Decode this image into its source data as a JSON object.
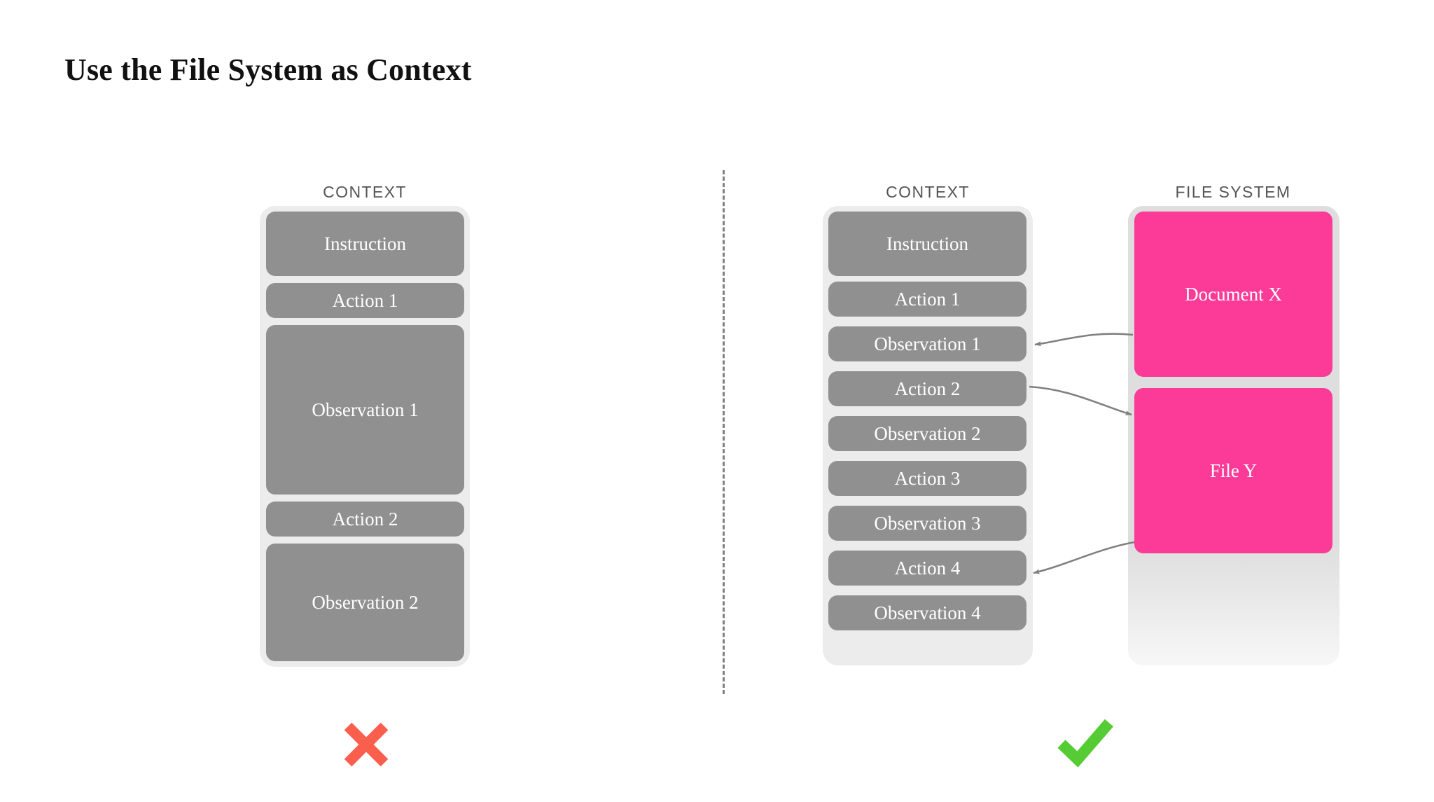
{
  "slide": {
    "title": "Use the File System as Context",
    "background_color": "#ffffff"
  },
  "colors": {
    "block_gray": "#909090",
    "block_pink": "#fb3b97",
    "context_shell": "#ececec",
    "filesystem_shell": "#dedede",
    "label_text": "#555555",
    "title_text": "#111111",
    "arrow": "#808080",
    "cross_red": "#fa5e4d",
    "check_green": "#55cc33",
    "divider": "#808080"
  },
  "bad_example": {
    "label": "CONTEXT",
    "verdict_icon": "cross-icon",
    "blocks": [
      {
        "label": "Instruction",
        "kind": "instruction"
      },
      {
        "label": "Action 1",
        "kind": "action"
      },
      {
        "label": "Observation 1",
        "kind": "observation-large"
      },
      {
        "label": "Action 2",
        "kind": "action"
      },
      {
        "label": "Observation 2",
        "kind": "observation-large"
      }
    ]
  },
  "good_example": {
    "label": "CONTEXT",
    "verdict_icon": "check-icon",
    "blocks": [
      {
        "label": "Instruction",
        "kind": "instruction"
      },
      {
        "label": "Action 1",
        "kind": "action"
      },
      {
        "label": "Observation 1",
        "kind": "observation"
      },
      {
        "label": "Action 2",
        "kind": "action"
      },
      {
        "label": "Observation 2",
        "kind": "observation"
      },
      {
        "label": "Action 3",
        "kind": "action"
      },
      {
        "label": "Observation 3",
        "kind": "observation"
      },
      {
        "label": "Action 4",
        "kind": "action"
      },
      {
        "label": "Observation 4",
        "kind": "observation"
      }
    ]
  },
  "file_system": {
    "label": "FILE SYSTEM",
    "files": [
      {
        "label": "Document X"
      },
      {
        "label": "File Y"
      }
    ]
  },
  "arrows": [
    {
      "name": "document-x-to-observation-1",
      "from": "Document X",
      "to": "Observation 1",
      "direction": "left"
    },
    {
      "name": "action-2-to-file-y",
      "from": "Action 2",
      "to": "File Y",
      "direction": "right"
    },
    {
      "name": "file-y-to-action-4",
      "from": "File Y",
      "to": "Action 4",
      "direction": "left"
    }
  ]
}
